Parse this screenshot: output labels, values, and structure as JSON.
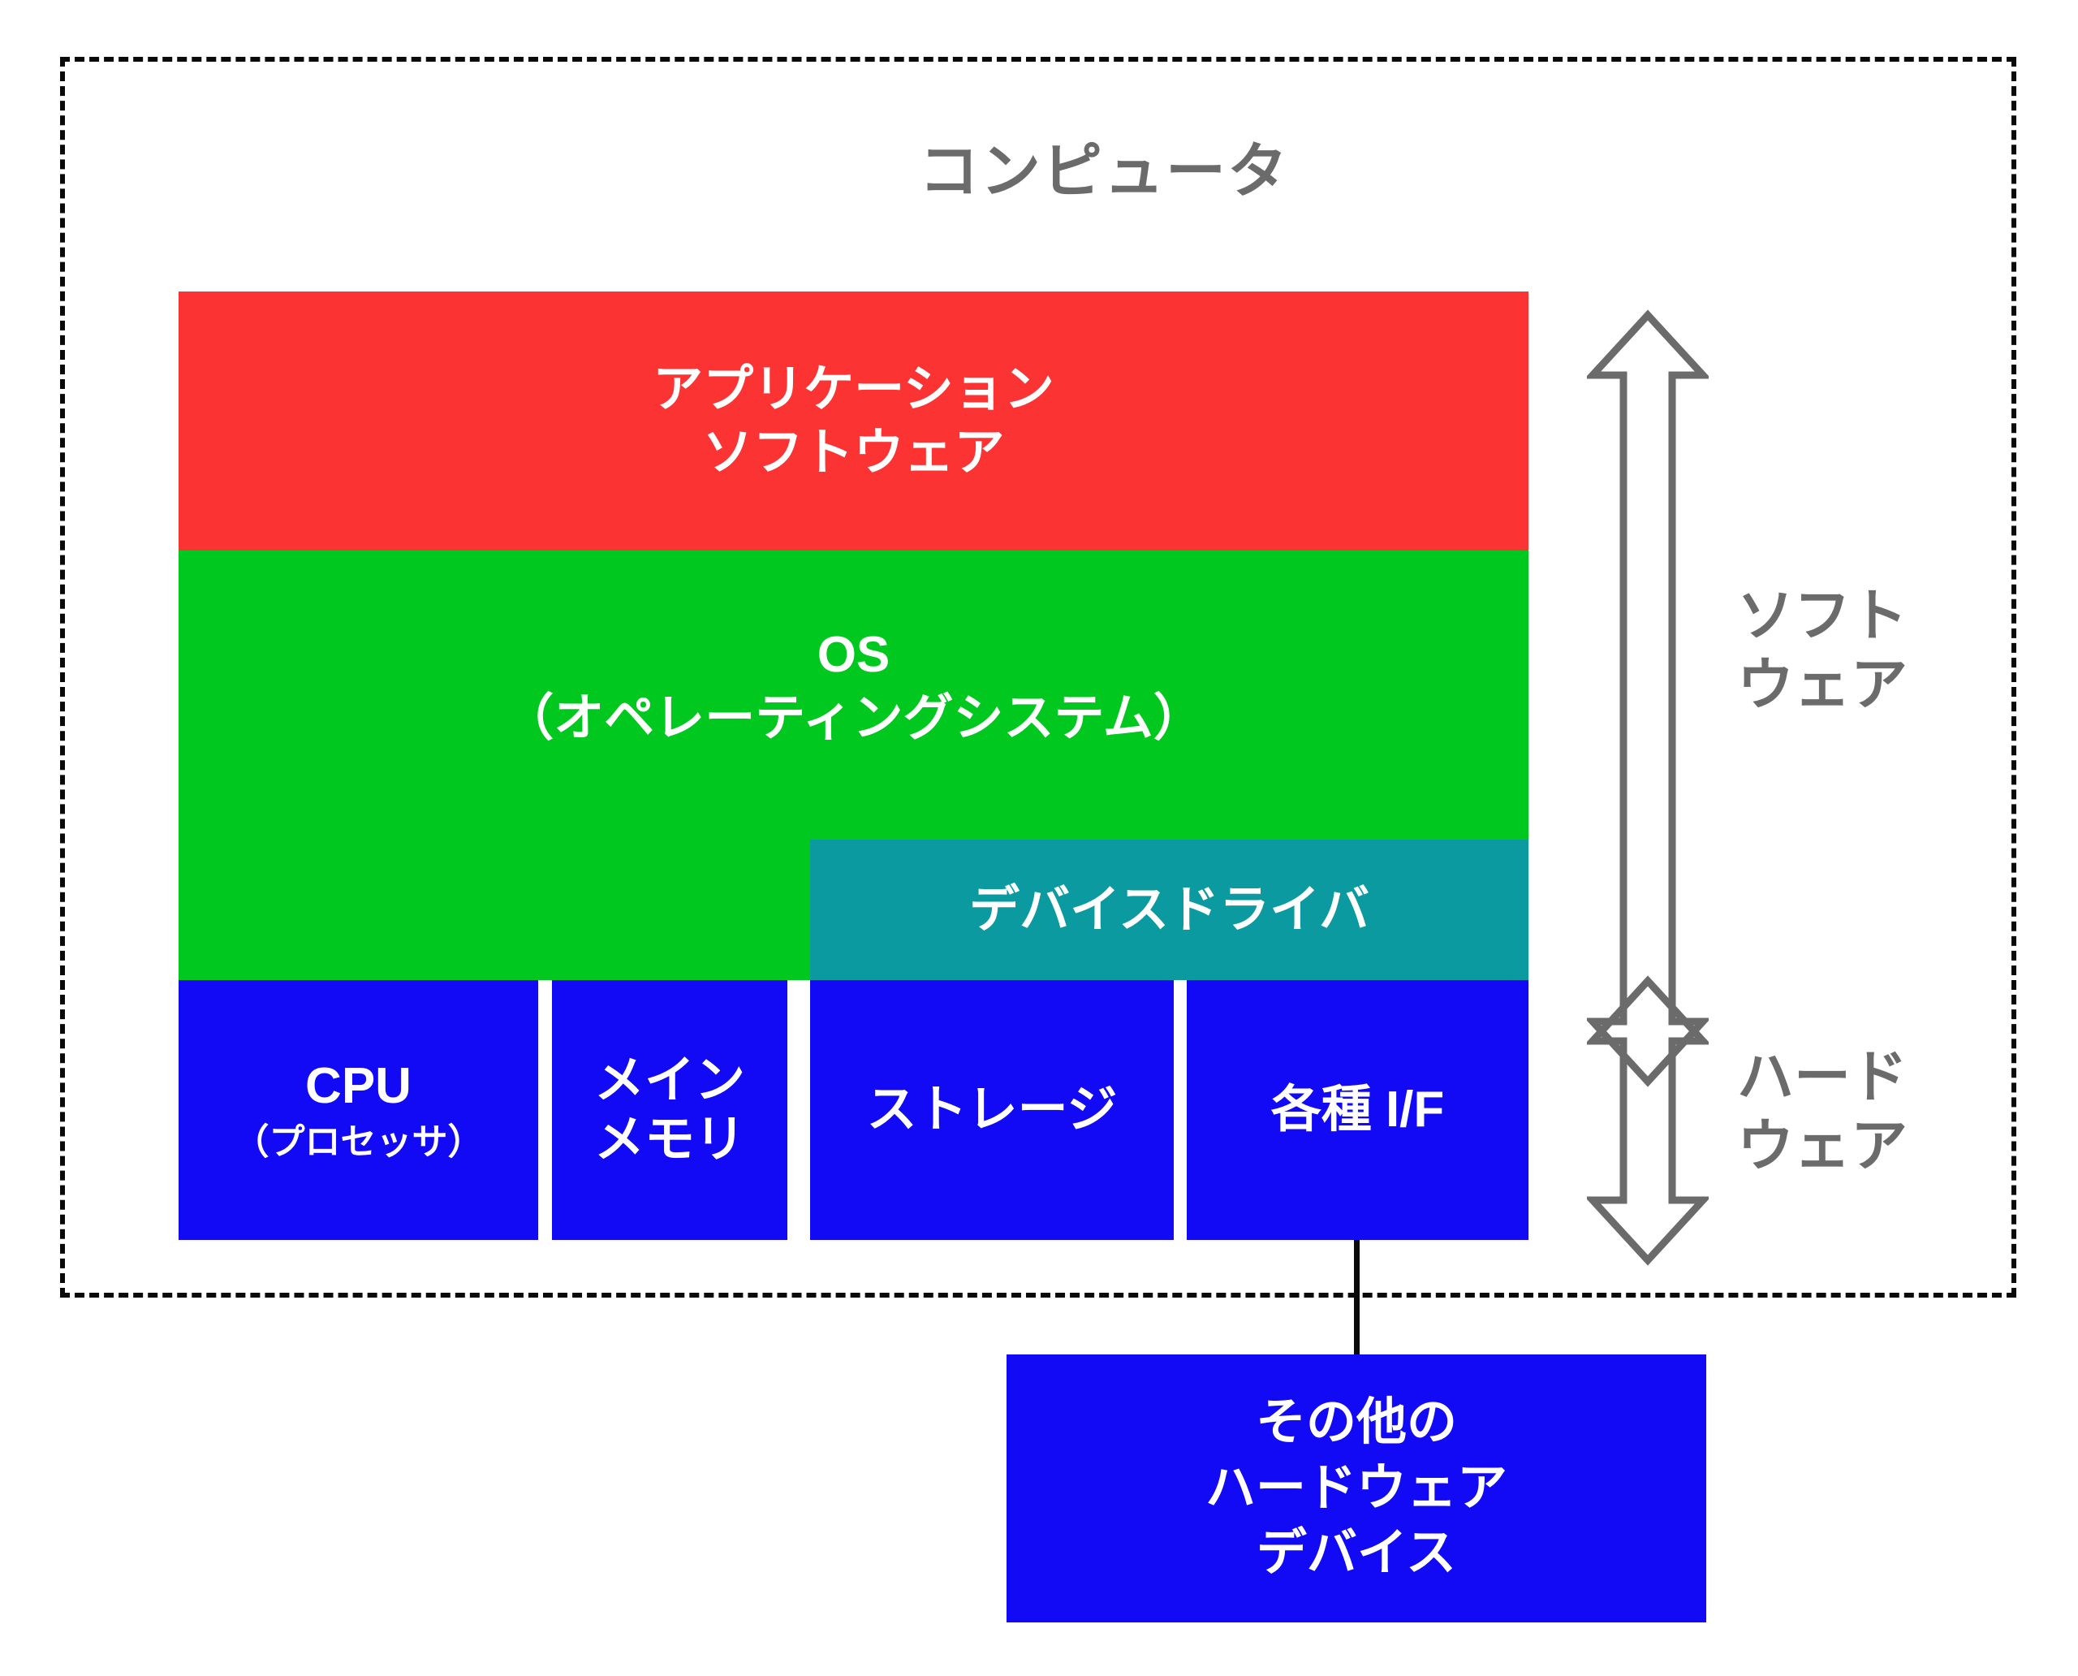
{
  "diagram": {
    "title": "コンピュータ",
    "frame_label": "computer-boundary",
    "colors": {
      "application": "#FB3333",
      "os": "#00C81E",
      "device_driver": "#0B9AA0",
      "hardware": "#1209F5",
      "text_gray": "#6B6B6B",
      "border": "#0A0A0A",
      "background": "#FFFFFF"
    }
  },
  "layers": {
    "application": {
      "line1": "アプリケーション",
      "line2": "ソフトウェア"
    },
    "os": {
      "line1": "OS",
      "line2": "（オペレーティングシステム）"
    },
    "device_driver": {
      "label": "デバイスドライバ"
    }
  },
  "hardware": [
    {
      "name": "cpu",
      "main": "CPU",
      "sub": "（プロセッサ）"
    },
    {
      "name": "main-memory",
      "main": "メイン",
      "sub": "メモリ"
    },
    {
      "name": "storage",
      "main": "ストレージ",
      "sub": ""
    },
    {
      "name": "interfaces",
      "main": "各種 I/F",
      "sub": ""
    }
  ],
  "other_hardware": {
    "line1": "その他の",
    "line2": "ハードウェア",
    "line3": "デバイス"
  },
  "side_labels": {
    "software": "ソフト\nウェア",
    "hardware": "ハード\nウェア"
  },
  "arrows": {
    "software_arrow": "up-arrow",
    "hardware_arrow": "down-arrow",
    "stroke_color": "#6B6B6B"
  }
}
